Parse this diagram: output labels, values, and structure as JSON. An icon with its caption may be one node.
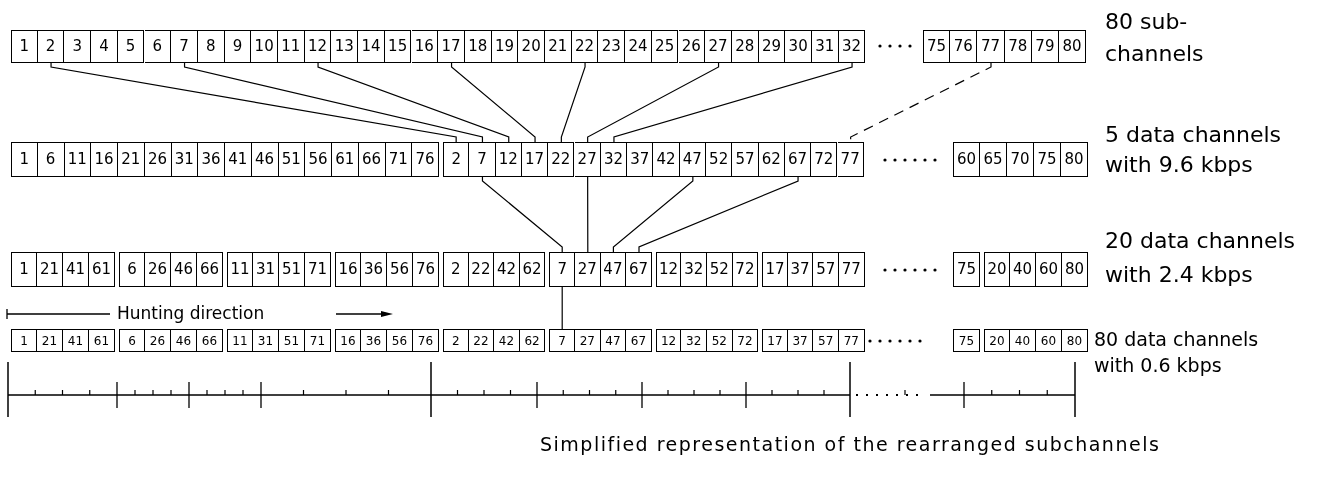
{
  "diagram": {
    "caption": "Simplified representation of the rearranged subchannels",
    "nodes": [
      {
        "text": [
          "1"
        ]
      },
      {
        "text": [
          "2"
        ]
      },
      {
        "text": [
          "3"
        ]
      },
      {
        "text": [
          "4"
        ]
      },
      {
        "text": [
          "5"
        ]
      },
      {
        "text": [
          "6"
        ]
      },
      {
        "text": [
          "7"
        ]
      },
      {
        "text": [
          "8"
        ]
      },
      {
        "text": [
          "9"
        ]
      },
      {
        "text": [
          "10"
        ]
      },
      {
        "text": [
          "11"
        ]
      },
      {
        "text": [
          "12"
        ]
      },
      {
        "text": [
          "13"
        ]
      },
      {
        "text": [
          "14"
        ]
      },
      {
        "text": [
          "15"
        ]
      },
      {
        "text": [
          "16"
        ]
      },
      {
        "text": [
          "17"
        ]
      },
      {
        "text": [
          "18"
        ]
      },
      {
        "text": [
          "19"
        ]
      },
      {
        "text": [
          "20"
        ]
      },
      {
        "text": [
          "21"
        ]
      },
      {
        "text": [
          "22"
        ]
      },
      {
        "text": [
          "23"
        ]
      },
      {
        "text": [
          "24"
        ]
      },
      {
        "text": [
          "25"
        ]
      },
      {
        "text": [
          "26"
        ]
      },
      {
        "text": [
          "27"
        ]
      },
      {
        "text": [
          "28"
        ]
      },
      {
        "text": [
          "29"
        ]
      },
      {
        "text": [
          "30"
        ]
      },
      {
        "text": [
          "31"
        ]
      },
      {
        "text": [
          "32"
        ]
      },
      {
        "text": [
          "75"
        ]
      },
      {
        "text": [
          "76"
        ]
      },
      {
        "text": [
          "77"
        ]
      },
      {
        "text": [
          "78"
        ]
      },
      {
        "text": [
          "79"
        ]
      },
      {
        "text": [
          "80"
        ]
      },
      {
        "text": [
          "1"
        ]
      },
      {
        "text": [
          "6"
        ]
      },
      {
        "text": [
          "11"
        ]
      },
      {
        "text": [
          "16"
        ]
      },
      {
        "text": [
          "21"
        ]
      },
      {
        "text": [
          "26"
        ]
      },
      {
        "text": [
          "31"
        ]
      },
      {
        "text": [
          "36"
        ]
      },
      {
        "text": [
          "41"
        ]
      },
      {
        "text": [
          "46"
        ]
      },
      {
        "text": [
          "51"
        ]
      },
      {
        "text": [
          "56"
        ]
      },
      {
        "text": [
          "61"
        ]
      },
      {
        "text": [
          "66"
        ]
      },
      {
        "text": [
          "71"
        ]
      },
      {
        "text": [
          "76"
        ]
      },
      {
        "text": [
          "2"
        ]
      },
      {
        "text": [
          "7"
        ]
      },
      {
        "text": [
          "12"
        ]
      },
      {
        "text": [
          "17"
        ]
      },
      {
        "text": [
          "22"
        ]
      },
      {
        "text": [
          "27"
        ]
      },
      {
        "text": [
          "32"
        ]
      },
      {
        "text": [
          "37"
        ]
      },
      {
        "text": [
          "42"
        ]
      },
      {
        "text": [
          "47"
        ]
      },
      {
        "text": [
          "52"
        ]
      },
      {
        "text": [
          "57"
        ]
      },
      {
        "text": [
          "62"
        ]
      },
      {
        "text": [
          "67"
        ]
      },
      {
        "text": [
          "72"
        ]
      },
      {
        "text": [
          "77"
        ]
      },
      {
        "text": [
          "60"
        ]
      },
      {
        "text": [
          "65"
        ]
      },
      {
        "text": [
          "70"
        ]
      },
      {
        "text": [
          "75"
        ]
      },
      {
        "text": [
          "80"
        ]
      },
      {
        "text": [
          "1"
        ]
      },
      {
        "text": [
          "21"
        ]
      },
      {
        "text": [
          "41"
        ]
      },
      {
        "text": [
          "61"
        ]
      },
      {
        "text": [
          "6"
        ]
      },
      {
        "text": [
          "26"
        ]
      },
      {
        "text": [
          "46"
        ]
      },
      {
        "text": [
          "66"
        ]
      },
      {
        "text": [
          "11"
        ]
      },
      {
        "text": [
          "31"
        ]
      },
      {
        "text": [
          "51"
        ]
      },
      {
        "text": [
          "71"
        ]
      },
      {
        "text": [
          "16"
        ]
      },
      {
        "text": [
          "36"
        ]
      },
      {
        "text": [
          "56"
        ]
      },
      {
        "text": [
          "76"
        ]
      },
      {
        "text": [
          "2"
        ]
      },
      {
        "text": [
          "22"
        ]
      },
      {
        "text": [
          "42"
        ]
      },
      {
        "text": [
          "62"
        ]
      },
      {
        "text": [
          "7"
        ]
      },
      {
        "text": [
          "27"
        ]
      },
      {
        "text": [
          "47"
        ]
      },
      {
        "text": [
          "67"
        ]
      },
      {
        "text": [
          "12"
        ]
      },
      {
        "text": [
          "32"
        ]
      },
      {
        "text": [
          "52"
        ]
      },
      {
        "text": [
          "72"
        ]
      },
      {
        "text": [
          "17"
        ]
      },
      {
        "text": [
          "37"
        ]
      },
      {
        "text": [
          "57"
        ]
      },
      {
        "text": [
          "77"
        ]
      },
      {
        "text": [
          "75"
        ]
      },
      {
        "text": [
          "20"
        ]
      },
      {
        "text": [
          "40"
        ]
      },
      {
        "text": [
          "60"
        ]
      },
      {
        "text": [
          "80"
        ]
      },
      {
        "text": [
          "1"
        ]
      },
      {
        "text": [
          "21"
        ]
      },
      {
        "text": [
          "41"
        ]
      },
      {
        "text": [
          "61"
        ]
      },
      {
        "text": [
          "6"
        ]
      },
      {
        "text": [
          "26"
        ]
      },
      {
        "text": [
          "46"
        ]
      },
      {
        "text": [
          "66"
        ]
      },
      {
        "text": [
          "11"
        ]
      },
      {
        "text": [
          "31"
        ]
      },
      {
        "text": [
          "51"
        ]
      },
      {
        "text": [
          "71"
        ]
      },
      {
        "text": [
          "16"
        ]
      },
      {
        "text": [
          "36"
        ]
      },
      {
        "text": [
          "56"
        ]
      },
      {
        "text": [
          "76"
        ]
      },
      {
        "text": [
          "2"
        ]
      },
      {
        "text": [
          "22"
        ]
      },
      {
        "text": [
          "42"
        ]
      },
      {
        "text": [
          "62"
        ]
      },
      {
        "text": [
          "7"
        ]
      },
      {
        "text": [
          "27"
        ]
      },
      {
        "text": [
          "47"
        ]
      },
      {
        "text": [
          "67"
        ]
      },
      {
        "text": [
          "12"
        ]
      },
      {
        "text": [
          "32"
        ]
      },
      {
        "text": [
          "52"
        ]
      },
      {
        "text": [
          "72"
        ]
      },
      {
        "text": [
          "17"
        ]
      },
      {
        "text": [
          "37"
        ]
      },
      {
        "text": [
          "57"
        ]
      },
      {
        "text": [
          "77"
        ]
      },
      {
        "text": [
          "75"
        ]
      },
      {
        "text": [
          "20"
        ]
      },
      {
        "text": [
          "40"
        ]
      },
      {
        "text": [
          "60"
        ]
      },
      {
        "text": [
          "80"
        ]
      }
    ],
    "edges": [
      {
        "from": 1,
        "to": 54,
        "arrow": "none"
      },
      {
        "from": 6,
        "to": 55,
        "arrow": "none"
      },
      {
        "from": 11,
        "to": 56,
        "arrow": "none"
      },
      {
        "from": 16,
        "to": 57,
        "arrow": "none"
      },
      {
        "from": 21,
        "to": 58,
        "arrow": "none"
      },
      {
        "from": 26,
        "to": 59,
        "arrow": "none"
      },
      {
        "from": 31,
        "to": 60,
        "arrow": "none"
      },
      {
        "from": 34,
        "to": 69,
        "arrow": "none",
        "style": "dashed"
      },
      {
        "from": 55,
        "to": 95,
        "arrow": "none"
      },
      {
        "from": 59,
        "to": 96,
        "arrow": "none"
      },
      {
        "from": 63,
        "to": 97,
        "arrow": "none"
      },
      {
        "from": 67,
        "to": 98,
        "arrow": "none"
      },
      {
        "from": 95,
        "to": 132,
        "arrow": "none"
      }
    ],
    "labels": [
      "80 sub-channels",
      "5 data channels with 9.6 kbps",
      "20 data channels with 2.4 kbps",
      "Hunting direction",
      "80 data channels with 0.6 kbps"
    ]
  }
}
